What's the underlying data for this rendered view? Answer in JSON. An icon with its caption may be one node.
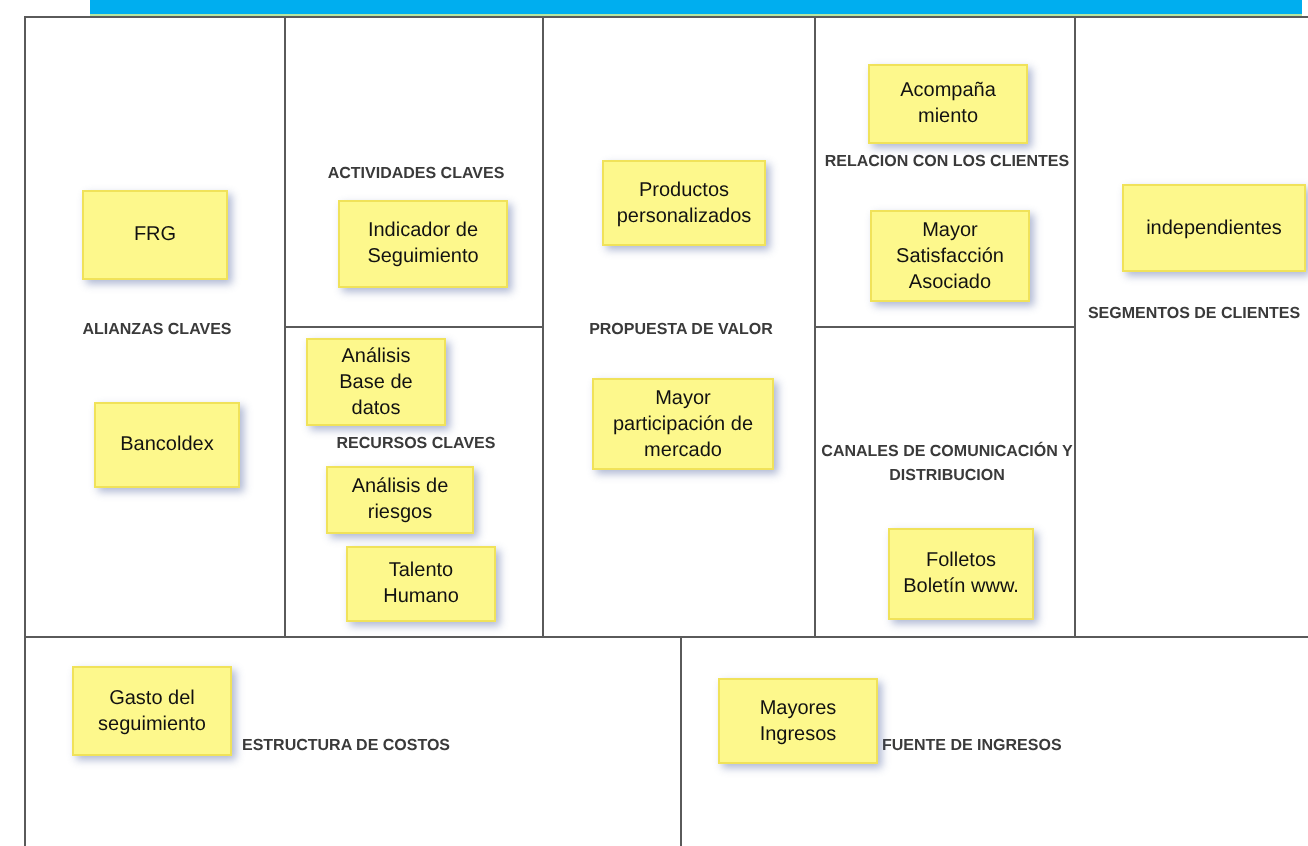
{
  "diagram": {
    "nodes": [
      {
        "text": [
          "ALIANZAS CLAVES"
        ]
      },
      {
        "text": [
          "FRG"
        ],
        "in": 0
      },
      {
        "text": [
          "Bancoldex"
        ],
        "in": 0
      },
      {
        "text": [
          "ACTIVIDADES CLAVES"
        ]
      },
      {
        "text": [
          "Indicador de Seguimiento"
        ],
        "in": 3
      },
      {
        "text": [
          "RECURSOS CLAVES"
        ]
      },
      {
        "text": [
          "Análisis Base de datos"
        ],
        "in": 5
      },
      {
        "text": [
          "Análisis de riesgos"
        ],
        "in": 5
      },
      {
        "text": [
          "Talento Humano"
        ],
        "in": 5
      },
      {
        "text": [
          "PROPUESTA DE VALOR"
        ]
      },
      {
        "text": [
          "Productos personalizados"
        ],
        "in": 9
      },
      {
        "text": [
          "Mayor participación de mercado"
        ],
        "in": 9
      },
      {
        "text": [
          "RELACION CON LOS CLIENTES"
        ]
      },
      {
        "text": [
          "Acompaña miento"
        ],
        "in": 12
      },
      {
        "text": [
          "Mayor Satisfacción Asociado"
        ],
        "in": 12
      },
      {
        "text": [
          "CANALES DE COMUNICACIÓN Y DISTRIBUCION"
        ]
      },
      {
        "text": [
          "Folletos Boletín www."
        ],
        "in": 15
      },
      {
        "text": [
          "SEGMENTOS DE CLIENTES"
        ]
      },
      {
        "text": [
          "independientes"
        ],
        "in": 17
      },
      {
        "text": [
          "ESTRUCTURA DE COSTOS"
        ]
      },
      {
        "text": [
          "Gasto del seguimiento"
        ],
        "in": 19
      },
      {
        "text": [
          "FUENTE DE INGRESOS"
        ]
      },
      {
        "text": [
          "Mayores Ingresos"
        ],
        "in": 21
      }
    ]
  }
}
